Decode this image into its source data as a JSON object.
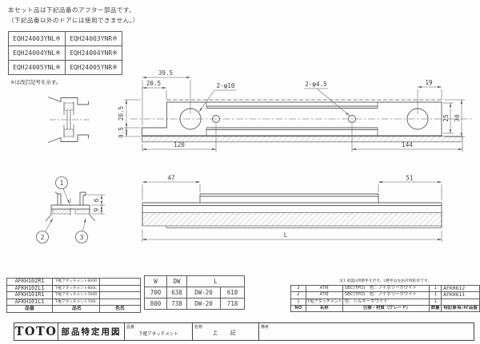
{
  "header": {
    "line1": "本セット品は下記品番のアフター部品です。",
    "line2": "（下記品番以外のドアには使用できません。）",
    "eqh_rows": [
      [
        "EQH24003YNL※",
        "EQH24003YNR※"
      ],
      [
        "EQH24004YNL※",
        "EQH24004YNR※"
      ],
      [
        "EQH24005YNL※",
        "EQH24005YNR※"
      ]
    ],
    "footnote": "※は改訂記号を示す。"
  },
  "dims": {
    "top": {
      "w395": "39.5",
      "w205": "20.5",
      "holes_large": "2-φ10",
      "holes_small": "2-φ4.5",
      "w19": "19",
      "h205": "20.5",
      "h95": "9.5",
      "w120": "120",
      "w144": "144",
      "h25": "25",
      "h30": "30"
    },
    "side": {
      "w47": "47",
      "w51": "51",
      "len": "L"
    },
    "section": {
      "h6": "6",
      "h9": "9",
      "b1": "1",
      "b2": "2",
      "b3": "3"
    }
  },
  "parts_table": {
    "headers": [
      "品番",
      "品名",
      "色名"
    ],
    "rows": [
      [
        "AFKH102R1",
        "下框アタッチメント800R",
        ""
      ],
      [
        "AFKH102L1",
        "下框アタッチメント800L",
        ""
      ],
      [
        "AFKH101R1",
        "下框アタッチメント700R",
        ""
      ],
      [
        "AFKH101L1",
        "下框アタッチメント700L",
        ""
      ]
    ]
  },
  "size_table": {
    "headers": [
      "W",
      "DW",
      "L"
    ],
    "rows": [
      [
        "700",
        "638",
        "DW-20",
        "618"
      ],
      [
        "800",
        "738",
        "DW-20",
        "718"
      ]
    ]
  },
  "bom": {
    "note": "注1 本図はR勝手を示す。L勝手は左右対称形状です。",
    "headers": [
      "NO",
      "名称",
      "仕様・材質（グレード）",
      "数量",
      "特記事項/AF品番"
    ],
    "rows": [
      [
        "3",
        "AT材",
        "SBC(TPO)　色：アイボリーホワイト",
        "1",
        "AFKH612"
      ],
      [
        "2",
        "AT材",
        "SBC(TPO)　色：アイボリーホワイト",
        "1",
        "AFKH611"
      ],
      [
        "1",
        "下框アタッチメント",
        "色：シルキーホワイト",
        "1",
        ""
      ]
    ]
  },
  "title_block": {
    "logo": "TOTO",
    "doc_type": "部品特定用図",
    "part_no_label": "品番",
    "part_no_value": "下框アタッチメント",
    "name_label": "名称",
    "name_value": "上　記",
    "remarks_label": "備考"
  },
  "colors": {
    "line": "#5d5d5d",
    "text": "#3d3d3d",
    "background": "#fdfdfd"
  }
}
